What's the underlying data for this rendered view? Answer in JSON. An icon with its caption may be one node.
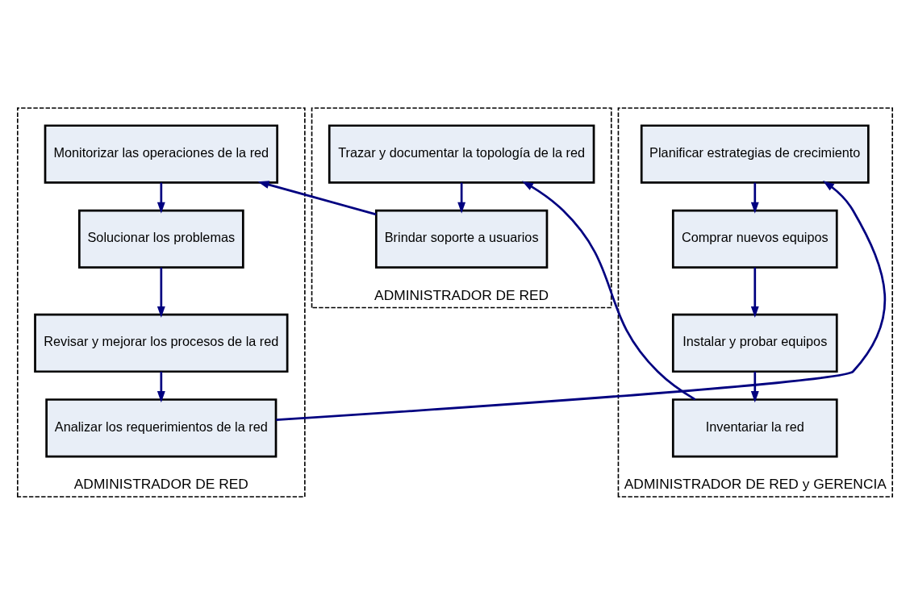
{
  "diagram": {
    "nodes": [
      {
        "text": [
          "ADMINISTRADOR DE RED"
        ]
      },
      {
        "text": [
          "Monitorizar las operaciones de la red"
        ],
        "in": 0
      },
      {
        "text": [
          "Solucionar los problemas"
        ],
        "in": 0
      },
      {
        "text": [
          "Revisar y mejorar los procesos de la red"
        ],
        "in": 0
      },
      {
        "text": [
          "Analizar los requerimientos de la red"
        ],
        "in": 0
      },
      {
        "text": [
          "ADMINISTRADOR DE RED y GERENCIA"
        ]
      },
      {
        "text": [
          "Planificar estrategias de crecimiento"
        ],
        "in": 5
      },
      {
        "text": [
          "Comprar nuevos equipos"
        ],
        "in": 5
      },
      {
        "text": [
          "Instalar y probar equipos"
        ],
        "in": 5
      },
      {
        "text": [
          "Inventariar la red"
        ],
        "in": 5
      },
      {
        "text": [
          "ADMINISTRADOR DE RED"
        ]
      },
      {
        "text": [
          "Trazar y documentar la topología de la red"
        ],
        "in": 10
      },
      {
        "text": [
          "Brindar soporte a usuarios"
        ],
        "in": 10
      }
    ],
    "edges": [
      {
        "from": 1,
        "to": 2,
        "arrow": "to"
      },
      {
        "from": 2,
        "to": 3,
        "arrow": "to"
      },
      {
        "from": 3,
        "to": 4,
        "arrow": "to"
      },
      {
        "from": 4,
        "to": 6,
        "arrow": "to"
      },
      {
        "from": 6,
        "to": 7,
        "arrow": "to"
      },
      {
        "from": 7,
        "to": 8,
        "arrow": "to"
      },
      {
        "from": 8,
        "to": 9,
        "arrow": "to"
      },
      {
        "from": 9,
        "to": 11,
        "arrow": "to"
      },
      {
        "from": 11,
        "to": 12,
        "arrow": "to"
      },
      {
        "from": 12,
        "to": 1,
        "arrow": "to"
      }
    ]
  }
}
